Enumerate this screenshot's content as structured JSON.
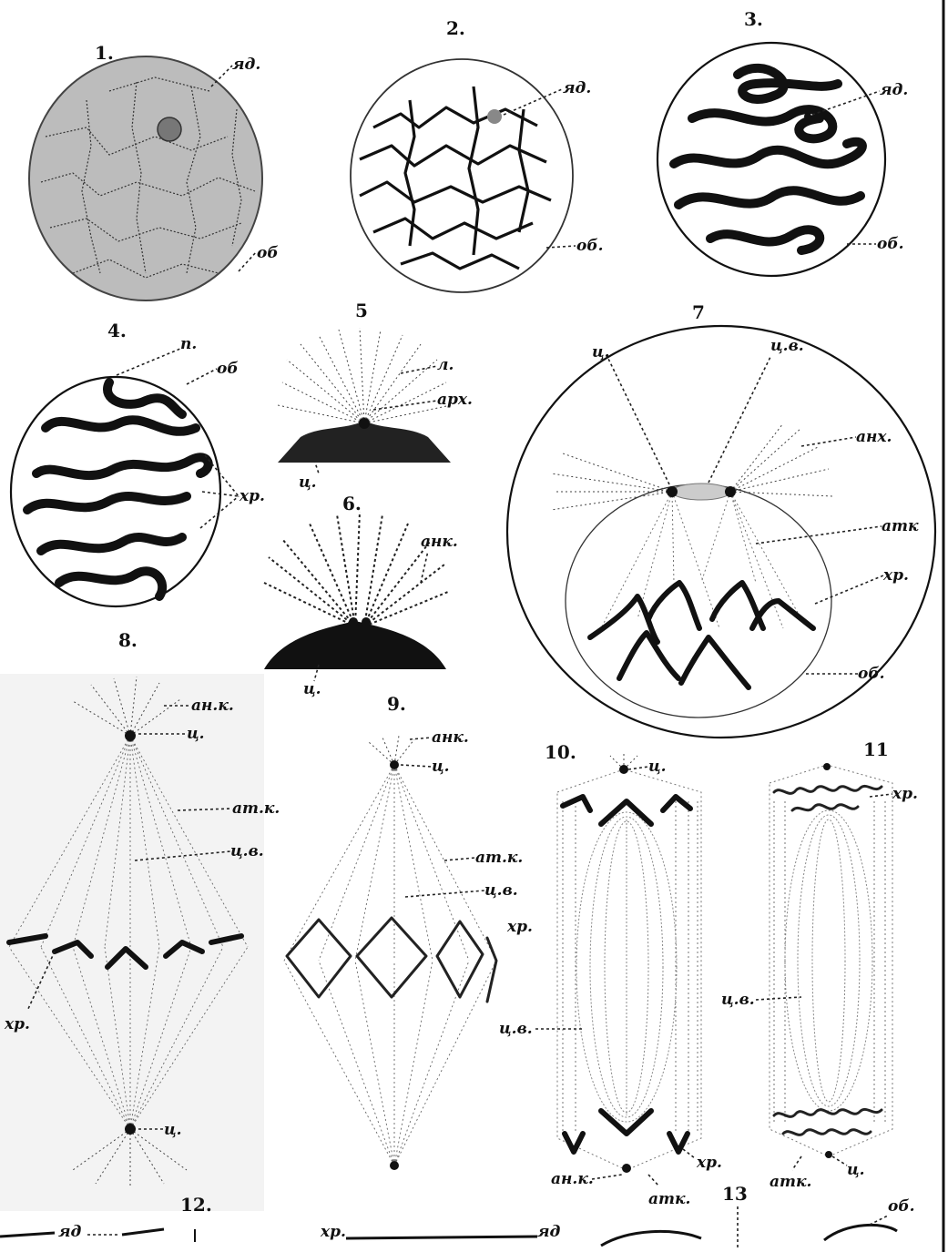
{
  "plate": {
    "border_right": true
  },
  "figures": {
    "f1": {
      "number": "1.",
      "labels": {
        "nucleolus": "яд.",
        "membrane": "об"
      }
    },
    "f2": {
      "number": "2.",
      "labels": {
        "nucleolus": "яд.",
        "membrane": "об."
      }
    },
    "f3": {
      "number": "3.",
      "labels": {
        "nucleolus": "яд.",
        "membrane": "об."
      }
    },
    "f4": {
      "number": "4.",
      "labels": {
        "nucleolus": "n.",
        "membrane": "об",
        "chromosomes": "хр."
      }
    },
    "f5": {
      "number": "5",
      "labels": {
        "rays": "л.",
        "archoplasm": "арх.",
        "centrosome": "ц."
      }
    },
    "f6": {
      "number": "6.",
      "labels": {
        "aster": "анк.",
        "centrosome": "ц."
      }
    },
    "f7": {
      "number": "7",
      "labels": {
        "centrosome": "ц.",
        "central_spindle": "ц.в.",
        "aster": "анх.",
        "mantle": "атк",
        "chromosomes": "хр.",
        "membrane": "об."
      }
    },
    "f8": {
      "number": "8.",
      "labels": {
        "aster": "ан.к.",
        "centrosome_top": "ц.",
        "mantle": "ат.к.",
        "central_spindle": "ц.в.",
        "chromosomes": "хр.",
        "centrosome_bottom": "ц."
      }
    },
    "f9": {
      "number": "9.",
      "labels": {
        "aster": "анк.",
        "centrosome": "ц.",
        "mantle": "ат.к.",
        "central_spindle": "ц.в.",
        "chromosomes": "хр."
      }
    },
    "f10": {
      "number": "10.",
      "labels": {
        "centrosome": "ц.",
        "central_spindle": "ц.в.",
        "chromosomes": "хр.",
        "aster": "ан.к.",
        "mantle": "атк."
      }
    },
    "f11": {
      "number": "11",
      "labels": {
        "chromosomes": "хр.",
        "central_spindle": "ц.в.",
        "mantle": "атк.",
        "centrosome": "ц."
      }
    },
    "f12": {
      "number": "12.",
      "labels": {
        "nucleolus_a": "яд",
        "chromosomes": "хр.",
        "nucleolus_b": "яд"
      }
    },
    "f13": {
      "number": "13",
      "labels": {
        "membrane": "об."
      }
    }
  }
}
